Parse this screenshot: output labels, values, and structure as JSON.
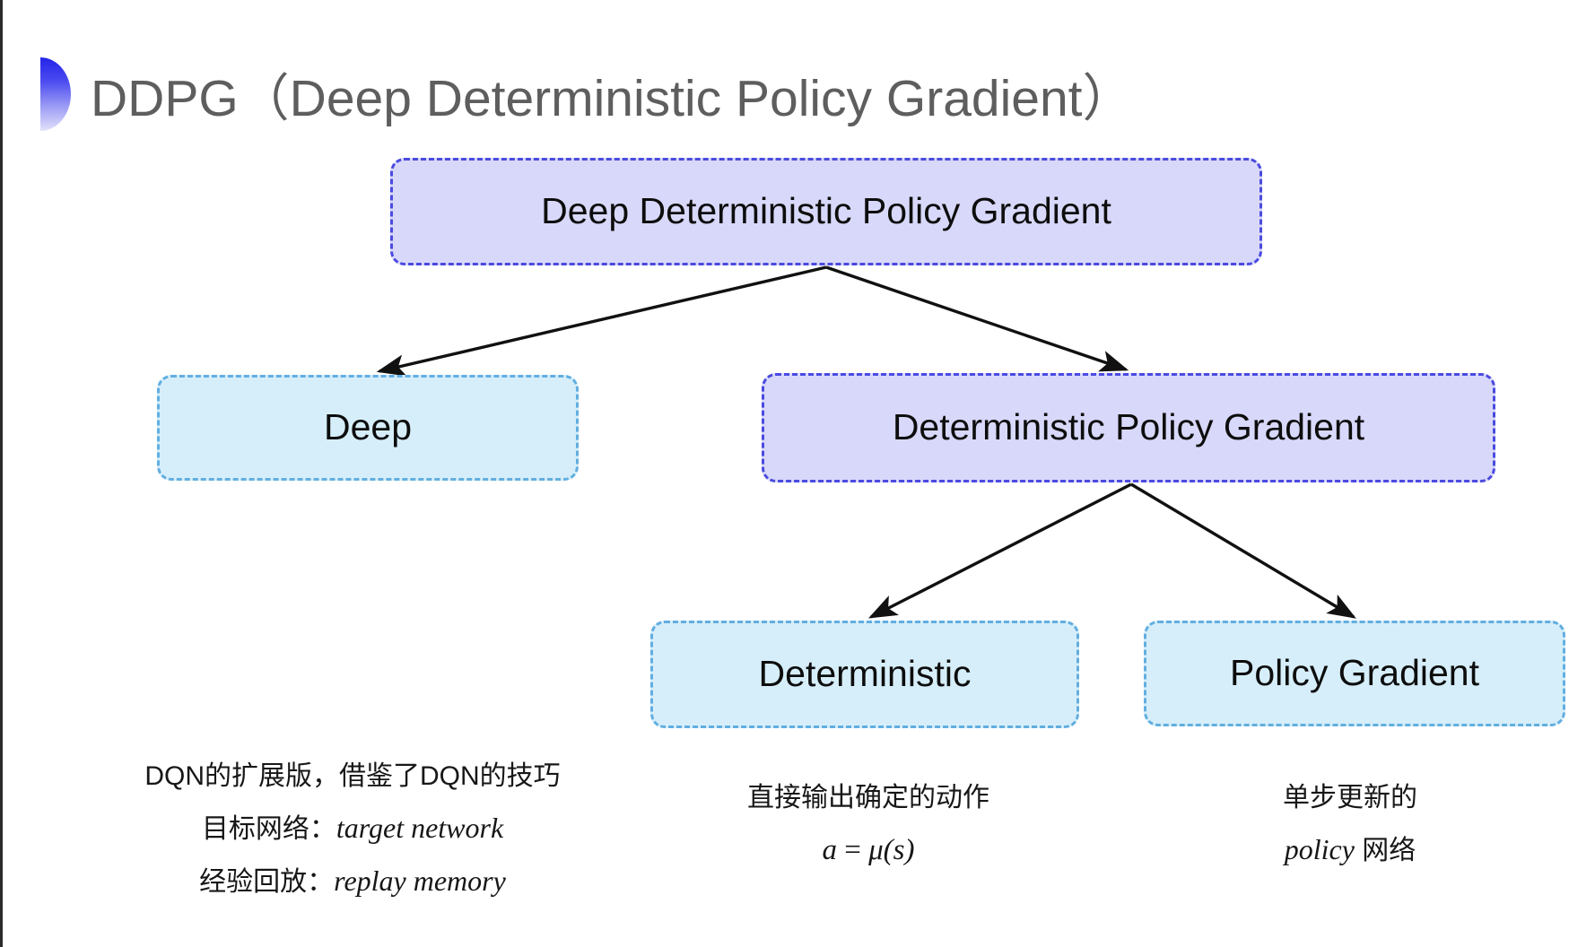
{
  "slide": {
    "title": "DDPG（Deep Deterministic Policy Gradient）",
    "bullet_icon": "half-circle-gradient-icon",
    "title_color": "#5e5e5e",
    "background": "#ffffff"
  },
  "palette": {
    "purple_fill": "#d8d8fa",
    "purple_border": "#4a4ae0",
    "blue_fill": "#d6eefa",
    "blue_border": "#62aee0",
    "arrow_color": "#111111",
    "text_color": "#0d0d0d"
  },
  "diagram": {
    "type": "tree",
    "nodes": [
      {
        "id": "root",
        "label": "Deep Deterministic Policy Gradient",
        "style": "purple"
      },
      {
        "id": "deep",
        "label": "Deep",
        "style": "blue"
      },
      {
        "id": "dpg",
        "label": "Deterministic Policy Gradient",
        "style": "purple"
      },
      {
        "id": "det",
        "label": "Deterministic",
        "style": "blue"
      },
      {
        "id": "pg",
        "label": "Policy Gradient",
        "style": "blue"
      }
    ],
    "edges": [
      {
        "from": "root",
        "to": "deep"
      },
      {
        "from": "root",
        "to": "dpg"
      },
      {
        "from": "dpg",
        "to": "det"
      },
      {
        "from": "dpg",
        "to": "pg"
      }
    ]
  },
  "captions": {
    "deep": {
      "line1": "DQN的扩展版，借鉴了DQN的技巧",
      "line2_label": "目标网络：",
      "line2_italic": "target network",
      "line3_label": "经验回放：",
      "line3_italic": "replay memory"
    },
    "deterministic": {
      "line1": "直接输出确定的动作",
      "formula_lhs": "a",
      "formula_op": " = ",
      "formula_rhs": "μ(s)"
    },
    "policy_gradient": {
      "line1": "单步更新的",
      "line2_italic": "policy",
      "line2_rest": " 网络"
    }
  }
}
